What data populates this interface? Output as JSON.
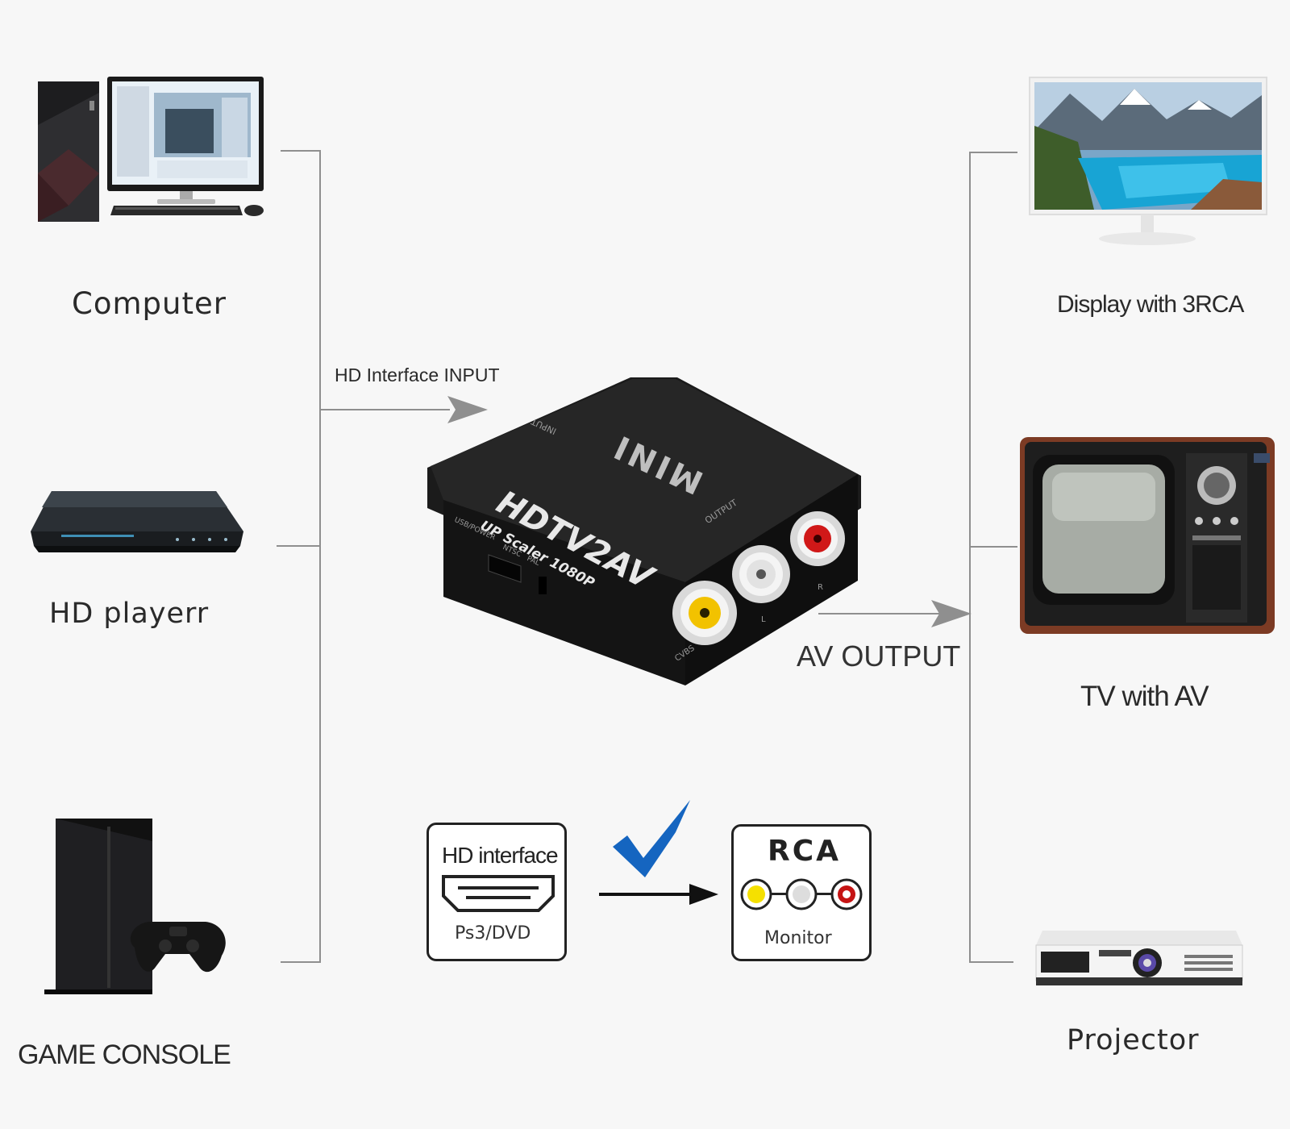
{
  "sources": [
    {
      "label": "Computer",
      "icon": "computer-icon"
    },
    {
      "label": "HD playerr",
      "icon": "bluray-player-icon"
    },
    {
      "label": "GAME CONSOLE",
      "icon": "game-console-icon"
    }
  ],
  "destinations": [
    {
      "label": "Display with 3RCA",
      "icon": "display-icon"
    },
    {
      "label": "TV with AV",
      "icon": "retro-tv-icon"
    },
    {
      "label": "Projector",
      "icon": "projector-icon"
    }
  ],
  "input_arrow_label": "HD Interface  INPUT",
  "output_arrow_label": "AV OUTPUT",
  "device": {
    "brand": "MINI",
    "model": "HDTV2AV",
    "subtitle": "UP Scaler 1080P",
    "input_port_label": "INPUT",
    "output_label": "OUTPUT",
    "usb_label": "USB/POWER",
    "ntsc_label": "NTSC",
    "pal_label": "PAL",
    "cvbs_label": "CVBS",
    "l_label": "L",
    "r_label": "R"
  },
  "conversion": {
    "from_title": "HD interface",
    "from_caption": "Ps3/DVD",
    "to_title": "RCA",
    "to_caption": "Monitor"
  },
  "colors": {
    "rca_yellow": "#f2c200",
    "rca_white": "#e8e8e8",
    "rca_red": "#d01818",
    "check_blue": "#1565c0",
    "line_gray": "#8f8f8f"
  }
}
